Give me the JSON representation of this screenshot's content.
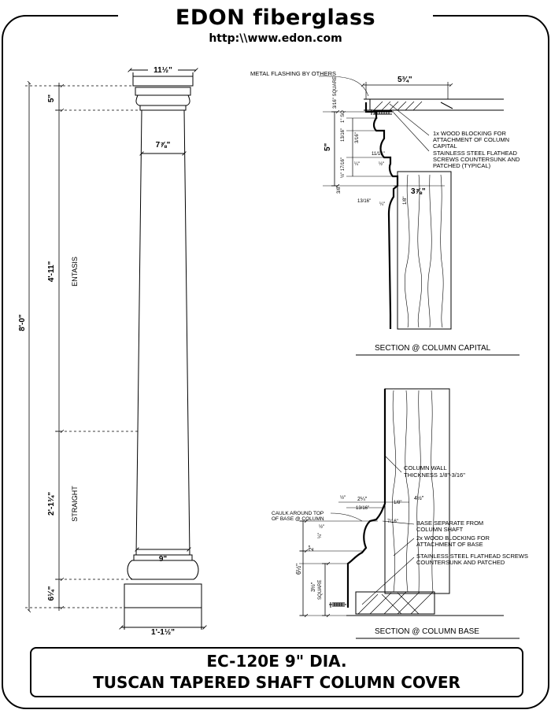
{
  "header": {
    "brand": "EDON fiberglass",
    "url": "http:\\\\www.edon.com"
  },
  "elevation": {
    "top_width": "11½\"",
    "capital_height": "5\"",
    "upper_diameter": "7⅞\"",
    "entasis_length": "4'-11\"",
    "entasis_label": "ENTASIS",
    "overall_height": "8'-0\"",
    "straight_length": "2'-1¾\"",
    "straight_label": "STRAIGHT",
    "lower_diameter": "9\"",
    "base_height": "6¼\"",
    "base_width": "1'-1½\""
  },
  "capital_section": {
    "title": "SECTION @ COLUMN CAPITAL",
    "notes": {
      "flashing": "METAL FLASHING BY OTHERS",
      "blocking": [
        "1x WOOD BLOCKING FOR",
        "ATTACHMENT OF COLUMN",
        "CAPITAL"
      ],
      "screws": [
        "STAINLESS STEEL FLATHEAD",
        "SCREWS COUNTERSUNK AND",
        "PATCHED (TYPICAL)"
      ]
    },
    "dims": {
      "top_width": "5¾\"",
      "square": "3/16\" SQUARE",
      "sq": "1\" SQ",
      "height": "5\"",
      "d13_16": "13/16\"",
      "d3_16": "3/16\"",
      "d11_16": "11/16\"",
      "d17_16": "½\" 17/16\"",
      "q1": "¼\"",
      "q2": "½\"",
      "d3_8": "3/8\"",
      "bottom": "3⅞\"",
      "b13_16": "13/16\"",
      "b1_4": "¼\"",
      "b1_8": "1/8\""
    }
  },
  "base_section": {
    "title": "SECTION @ COLUMN BASE",
    "notes": {
      "wall": [
        "COLUMN WALL",
        "THICKNESS 1/8\"-3/16\""
      ],
      "caulk": [
        "CAULK AROUND TOP",
        "OF BASE @ COLUMN"
      ],
      "separate": [
        "BASE SEPARATE FROM",
        "COLUMN SHAFT"
      ],
      "blocking": [
        "2x WOOD BLOCKING FOR",
        "ATTACHMENT OF BASE"
      ],
      "screws": [
        "STAINLESS STEEL FLATHEAD SCREWS",
        "COUNTERSUNK AND PATCHED"
      ]
    },
    "dims": {
      "h": "½\"",
      "a": "2¼\"",
      "b": "13/16\"",
      "c": "1/8\"",
      "d": "4½\"",
      "e": "7/16\"",
      "f": "½\"",
      "g": "¼\"",
      "two": "2\"",
      "six": "6½\"",
      "sq": "3½\"",
      "square": "SQUARE"
    }
  },
  "title_block": {
    "line1": "EC-120E   9\" DIA.",
    "line2": "TUSCAN TAPERED SHAFT COLUMN COVER"
  }
}
